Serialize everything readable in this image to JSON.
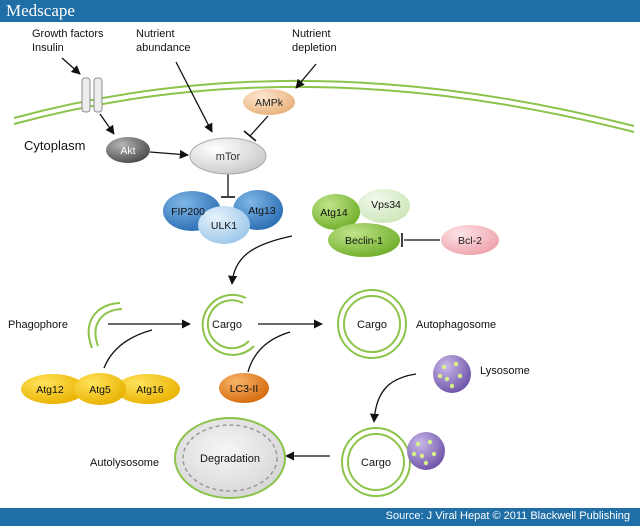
{
  "header": {
    "brand": "Medscape"
  },
  "footer": {
    "source": "Source: J Viral Hepat © 2011 Blackwell Publishing"
  },
  "labels": {
    "growth1": "Growth factors",
    "growth2": "Insulin",
    "nutAb1": "Nutrient",
    "nutAb2": "abundance",
    "nutDep1": "Nutrient",
    "nutDep2": "depletion",
    "cytoplasm": "Cytoplasm",
    "phagophore": "Phagophore",
    "autophagosome": "Autophagosome",
    "lysosome": "Lysosome",
    "autolysosome": "Autolysosome",
    "cargo1": "Cargo",
    "cargo2": "Cargo",
    "cargo3": "Cargo",
    "degradation": "Degradation"
  },
  "nodes": {
    "akt": "Akt",
    "mtor": "mTor",
    "ampk": "AMPk",
    "fip200": "FIP200",
    "ulk1": "ULK1",
    "atg13": "Atg13",
    "atg14": "Atg14",
    "vps34": "Vps34",
    "beclin1": "Beclin-1",
    "bcl2": "Bcl-2",
    "atg12": "Atg12",
    "atg5": "Atg5",
    "atg16": "Atg16",
    "lc3": "LC3-II"
  },
  "colors": {
    "header": "#1f6ea6",
    "membrane": "#8cc34a",
    "akt": "#6b6b6b",
    "ampk": "#f3c9a0",
    "blue": "#3f86c9",
    "ulk1": "#b9d8f1",
    "green": "#8cc63f",
    "lightGreen": "#d9eecb",
    "pink": "#f4bcc2",
    "yellow": "#f4c20d",
    "orange": "#e6801c",
    "purple": "#8e72c0"
  }
}
